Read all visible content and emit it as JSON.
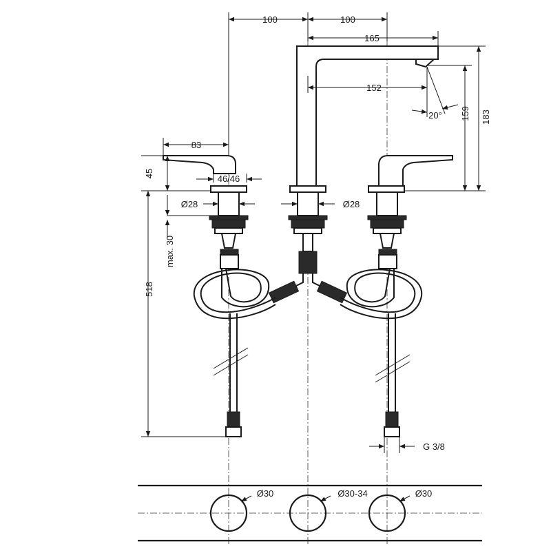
{
  "dimensions": {
    "spacing_left": "100",
    "spacing_right": "100",
    "spout_reach": "165",
    "spout_inner": "152",
    "angle": "20°",
    "spout_height": "159",
    "total_height": "183",
    "handle_length": "83",
    "handle_height": "45",
    "handle_angle": "46/46",
    "valve_diameter_left": "Ø28",
    "valve_diameter_center": "Ø28",
    "deck_max": "max. 30",
    "overall_length": "518",
    "connection": "G 3/8"
  },
  "holes": {
    "left": "Ø30",
    "center": "Ø30-34",
    "right": "Ø30"
  },
  "colors": {
    "line": "#1a1a1a",
    "background": "#ffffff"
  }
}
